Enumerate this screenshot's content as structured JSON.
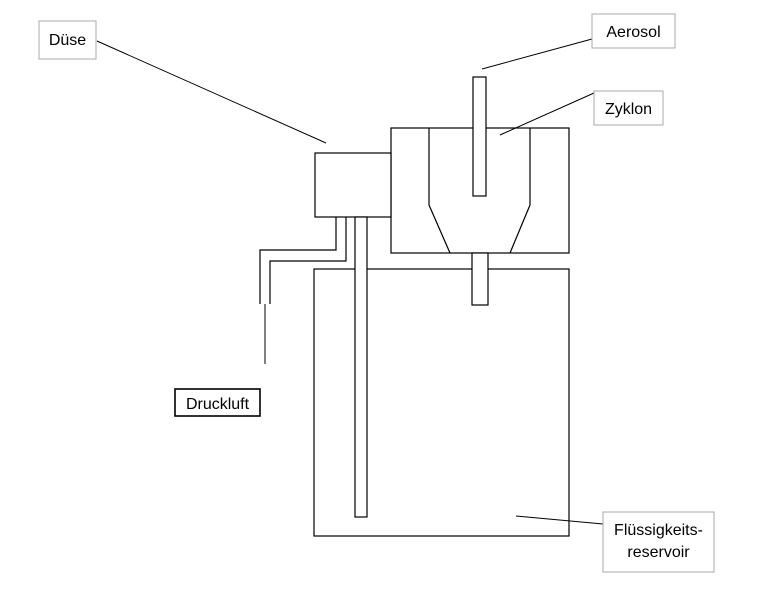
{
  "labels": {
    "duese": "Düse",
    "aerosol": "Aerosol",
    "zyklon": "Zyklon",
    "druckluft": "Druckluft",
    "reservoir_line1": "Flüssigkeits-",
    "reservoir_line2": "reservoir"
  }
}
